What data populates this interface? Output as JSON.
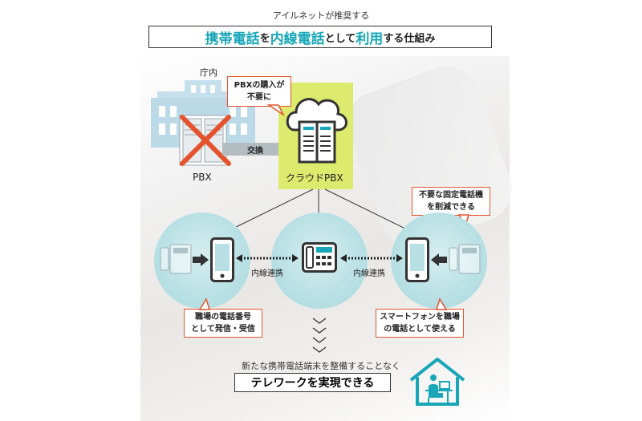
{
  "header": {
    "subtitle": "アイルネットが推奨する",
    "title_part1": "携帯電話",
    "title_part2": "を",
    "title_part3": "内線電話",
    "title_part4": "として",
    "title_part5": "利用",
    "title_part6": "する仕組み"
  },
  "office": {
    "label": "庁内",
    "pbx_label": "PBX"
  },
  "exchange": {
    "label": "交換"
  },
  "cloud": {
    "label": "クラウドPBX"
  },
  "callouts": {
    "no_pbx": [
      "PBXの購入が",
      "不要に"
    ],
    "reduce_fixed": [
      "不要な固定電話機",
      "を削減できる"
    ],
    "use_work_number": [
      "職場の電話番号",
      "として発信・受信"
    ],
    "smartphone_work": [
      "スマートフォンを職場",
      "の電話として使える"
    ]
  },
  "links": {
    "left": "内線連携",
    "right": "内線連携"
  },
  "footer": {
    "sub": "新たな携帯電話端末を整備することなく",
    "main": "テレワークを実現できる"
  },
  "colors": {
    "accent_teal": "#19a7b8",
    "callout_red": "#e5532e",
    "cloud_box": "#dcea6e",
    "building_blue": "#bcd9e8",
    "circle_teal": "#b8e0e4"
  },
  "icons": [
    "building-icon",
    "cross-icon",
    "cloud-server-icon",
    "smartphone-icon",
    "desk-phone-icon",
    "house-telework-icon",
    "chevron-down-icon"
  ]
}
